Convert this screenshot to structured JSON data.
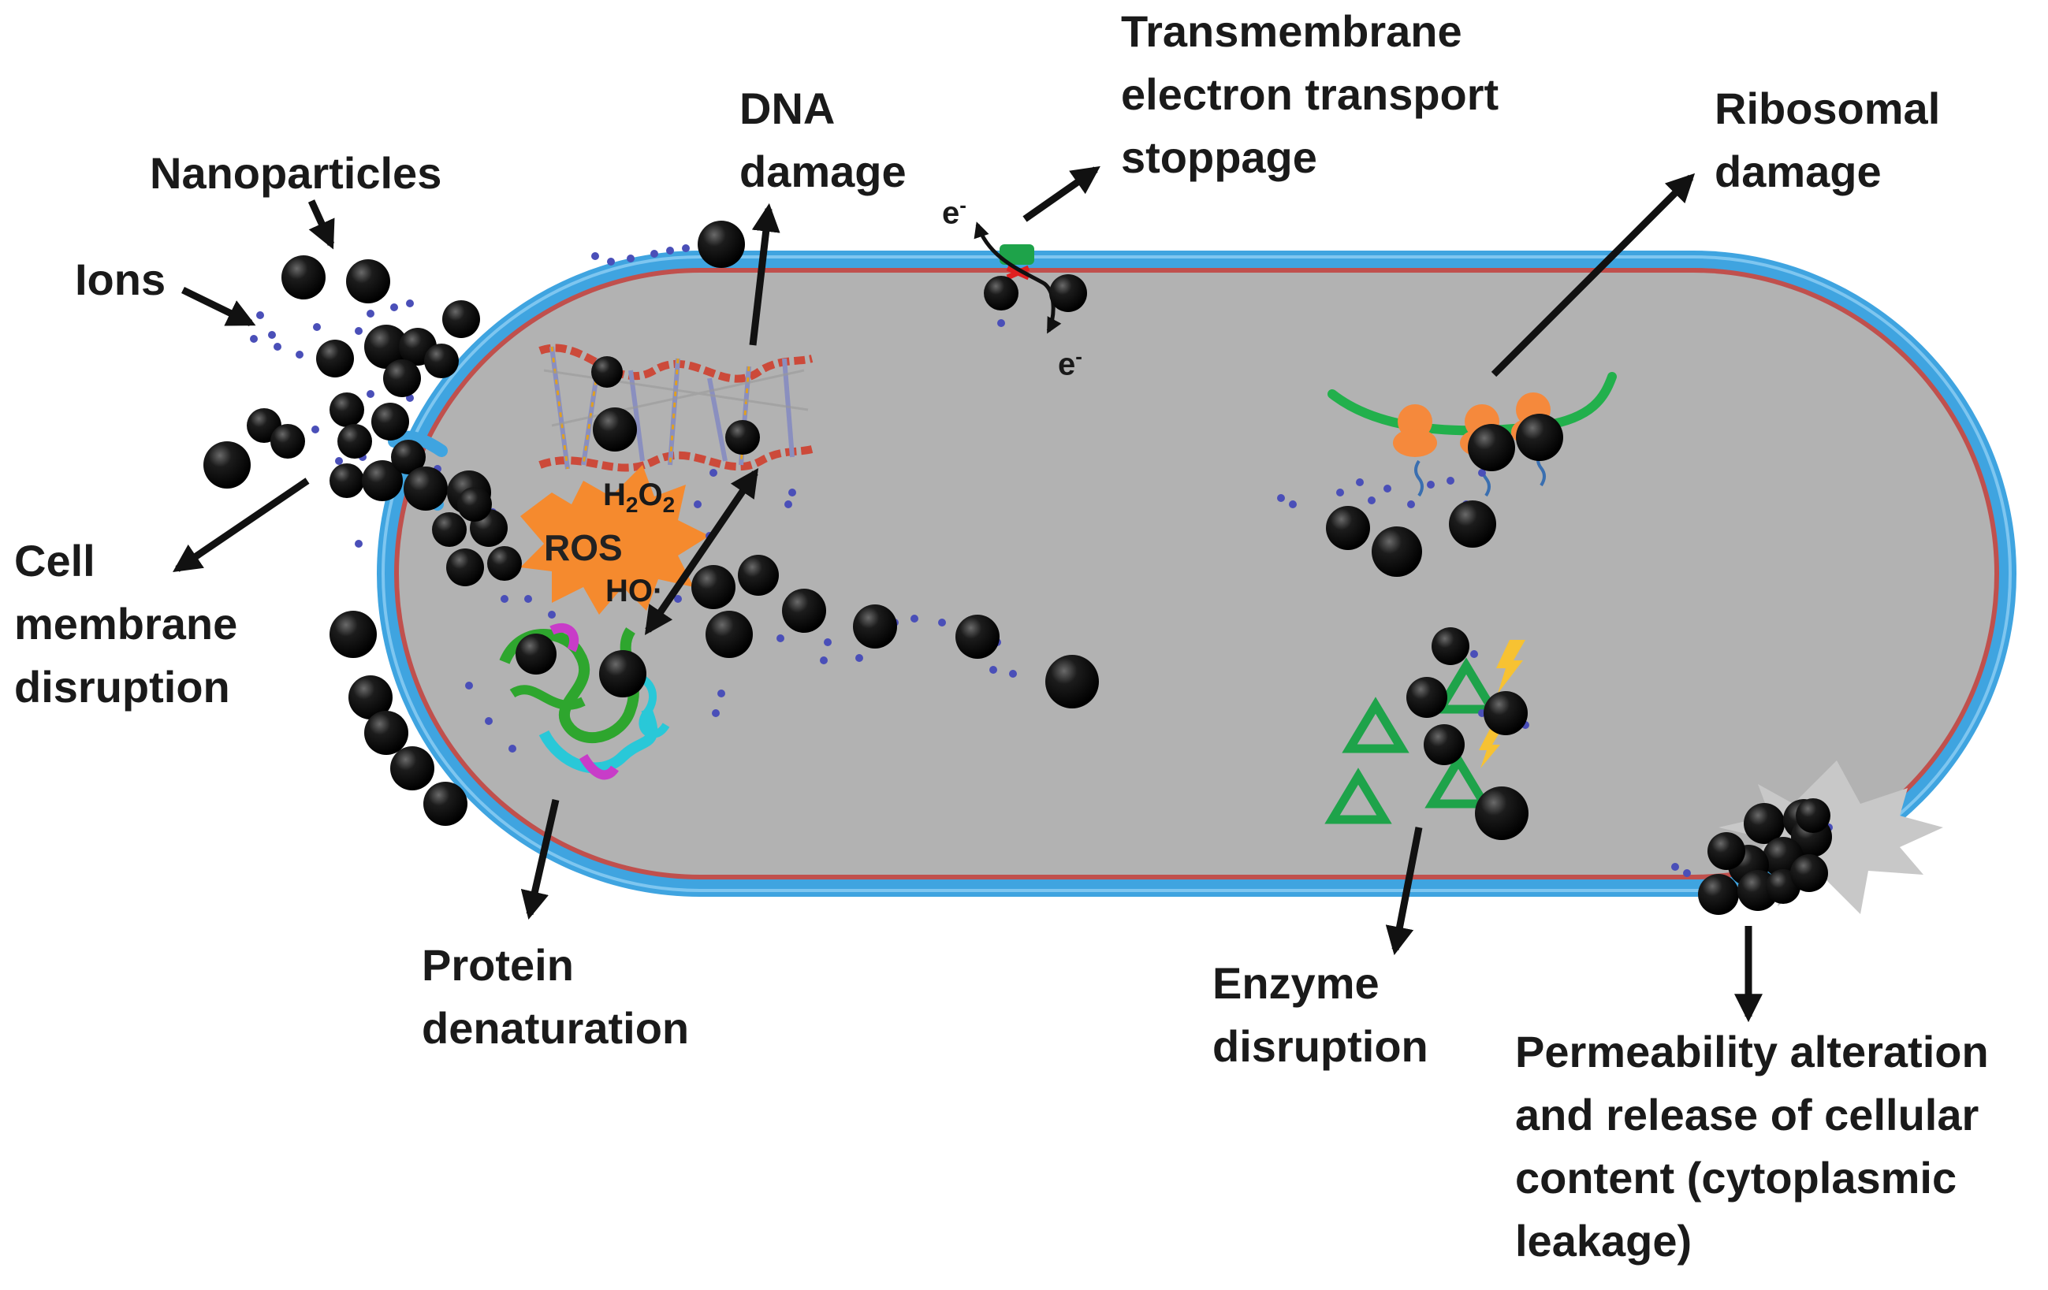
{
  "labels": {
    "nanoparticles": "Nanoparticles",
    "ions": "Ions",
    "dna_damage": "DNA\ndamage",
    "transmembrane": "Transmembrane\nelectron transport\nstoppage",
    "ribosomal_damage": "Ribosomal\ndamage",
    "cell_membrane_disruption": "Cell\nmembrane\ndisruption",
    "protein_denaturation": "Protein\ndenaturation",
    "enzyme_disruption": "Enzyme\ndisruption",
    "permeability": "Permeability alteration\nand release of cellular\ncontent (cytoplasmic\nleakage)",
    "ros": "ROS",
    "h2o2_base": "H",
    "h2o2_sub1": "2",
    "h2o2_mid": "O",
    "h2o2_sub2": "2",
    "hydroxyl": "HO·",
    "electron_top": "e",
    "electron_bottom": "e",
    "electron_charge": "-"
  },
  "colors": {
    "cell_fill": "#b2b2b2",
    "outer_membrane": "#3fa4e0",
    "inner_membrane": "#c0504d",
    "ros_burst": "#f58a2e",
    "enzyme": "#1ea34a",
    "ribosome": "#f5893c",
    "mrna": "#22b04c",
    "ion_dot": "#4a4fb8",
    "particle": "#0c0c0c",
    "leak_burst": "#c8c8c8"
  },
  "icons": [
    "nanoparticle-icon",
    "ion-icon",
    "dna-icon",
    "protein-icon",
    "ribosome-icon",
    "enzyme-icon",
    "lightning-icon",
    "transporter-icon",
    "ros-burst-icon",
    "leakage-burst-icon"
  ]
}
